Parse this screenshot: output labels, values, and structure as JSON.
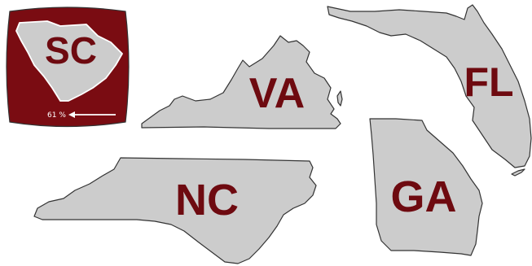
{
  "states": [
    {
      "id": "sc",
      "abbr": "SC",
      "selected": true
    },
    {
      "id": "va",
      "abbr": "VA",
      "selected": false
    },
    {
      "id": "fl",
      "abbr": "FL",
      "selected": false
    },
    {
      "id": "nc",
      "abbr": "NC",
      "selected": false
    },
    {
      "id": "ga",
      "abbr": "GA",
      "selected": false
    }
  ],
  "progress": {
    "value_text": "61 %",
    "value": 61
  },
  "colors": {
    "tile": "#7a0c12",
    "state_fill": "#cccccc",
    "label": "#6e0a10",
    "outline": "#333333"
  }
}
